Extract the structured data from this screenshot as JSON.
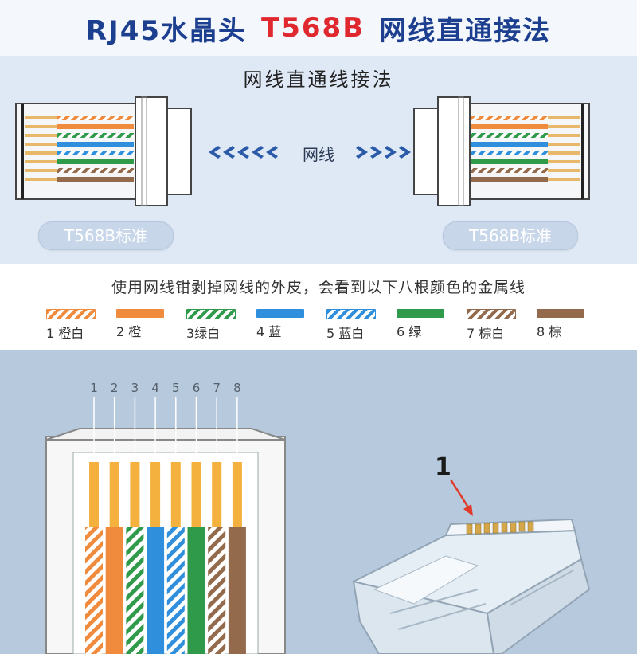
{
  "title": {
    "part1": "RJ45水晶头",
    "part2": "T568B",
    "part3": "网线直通接法"
  },
  "panel": {
    "title": "网线直通线接法",
    "cable_label": "网线",
    "standard_left": "T568B标准",
    "standard_right": "T568B标准"
  },
  "description": "使用网线钳剥掉网线的外皮，会看到以下八根颜色的金属线",
  "legend": [
    {
      "label": "1 橙白",
      "color": "#f08a3c",
      "striped": true
    },
    {
      "label": "2 橙",
      "color": "#f08a3c",
      "striped": false
    },
    {
      "label": "3绿白",
      "color": "#2e9a4a",
      "striped": true
    },
    {
      "label": "4 蓝",
      "color": "#2f8fdc",
      "striped": false
    },
    {
      "label": "5 蓝白",
      "color": "#2f8fdc",
      "striped": true
    },
    {
      "label": "6 绿",
      "color": "#2e9a4a",
      "striped": false
    },
    {
      "label": "7 棕白",
      "color": "#946a4c",
      "striped": true
    },
    {
      "label": "8 棕",
      "color": "#946a4c",
      "striped": false
    }
  ],
  "pins": [
    "1",
    "2",
    "3",
    "4",
    "5",
    "6",
    "7",
    "8"
  ],
  "callout": "1",
  "colors": {
    "title_blue": "#1d3f8f",
    "title_red": "#e0282f",
    "arrow_blue": "#2b5aa8",
    "callout_red": "#e23a2a"
  }
}
